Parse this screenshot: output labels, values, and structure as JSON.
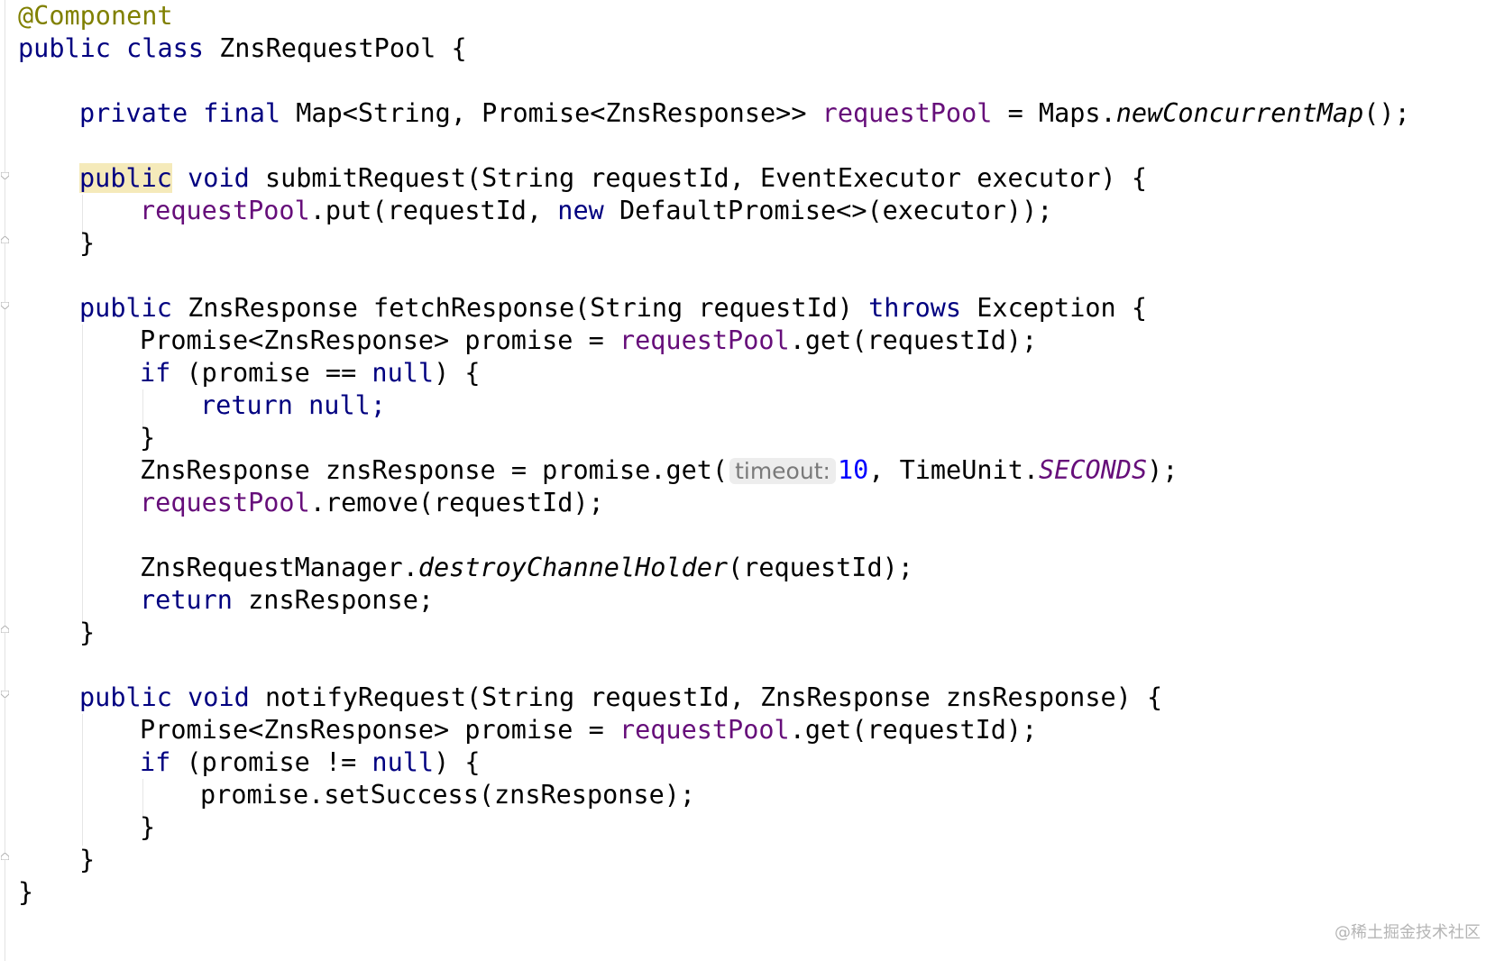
{
  "editor": {
    "tokens": {
      "annotation": "@Component",
      "public": "public",
      "class": "class",
      "class_name": "ZnsRequestPool",
      "open_brace": "{",
      "close_brace": "}",
      "private": "private",
      "final": "final",
      "map_type": "Map<String, Promise<ZnsResponse>>",
      "request_pool": "requestPool",
      "assign": "=",
      "maps": "Maps.",
      "new_concurrent_map": "newConcurrentMap",
      "call_end": "();",
      "void": "void",
      "submit_sig": "submitRequest(String requestId, EventExecutor executor)",
      "put_call": ".put(requestId, ",
      "new": "new",
      "default_promise": "DefaultPromise<>(executor));",
      "zns_response": "ZnsResponse",
      "fetch_sig": "fetchResponse(String requestId)",
      "throws": "throws",
      "exception": "Exception",
      "promise_decl": "Promise<ZnsResponse> promise",
      "get_call": ".get(requestId);",
      "if": "if",
      "promise_eq": "(promise ==",
      "promise_neq": "(promise !=",
      "null": "null",
      "paren_brace": ")",
      "return": "return",
      "null_semi": "null;",
      "zns_response_decl": "ZnsResponse znsResponse",
      "promise_get": "promise.get(",
      "timeout_hint": "timeout:",
      "timeout_value": "10",
      "timeunit": ", TimeUnit.",
      "seconds": "SECONDS",
      "semi_end": ");",
      "remove_call": ".remove(requestId);",
      "manager": "ZnsRequestManager.",
      "destroy": "destroyChannelHolder",
      "destroy_args": "(requestId);",
      "return_zns": "znsResponse;",
      "notify_sig": "notifyRequest(String requestId, ZnsResponse znsResponse)",
      "set_success": "promise.setSuccess(znsResponse);"
    }
  },
  "watermark": "@稀土掘金技术社区"
}
